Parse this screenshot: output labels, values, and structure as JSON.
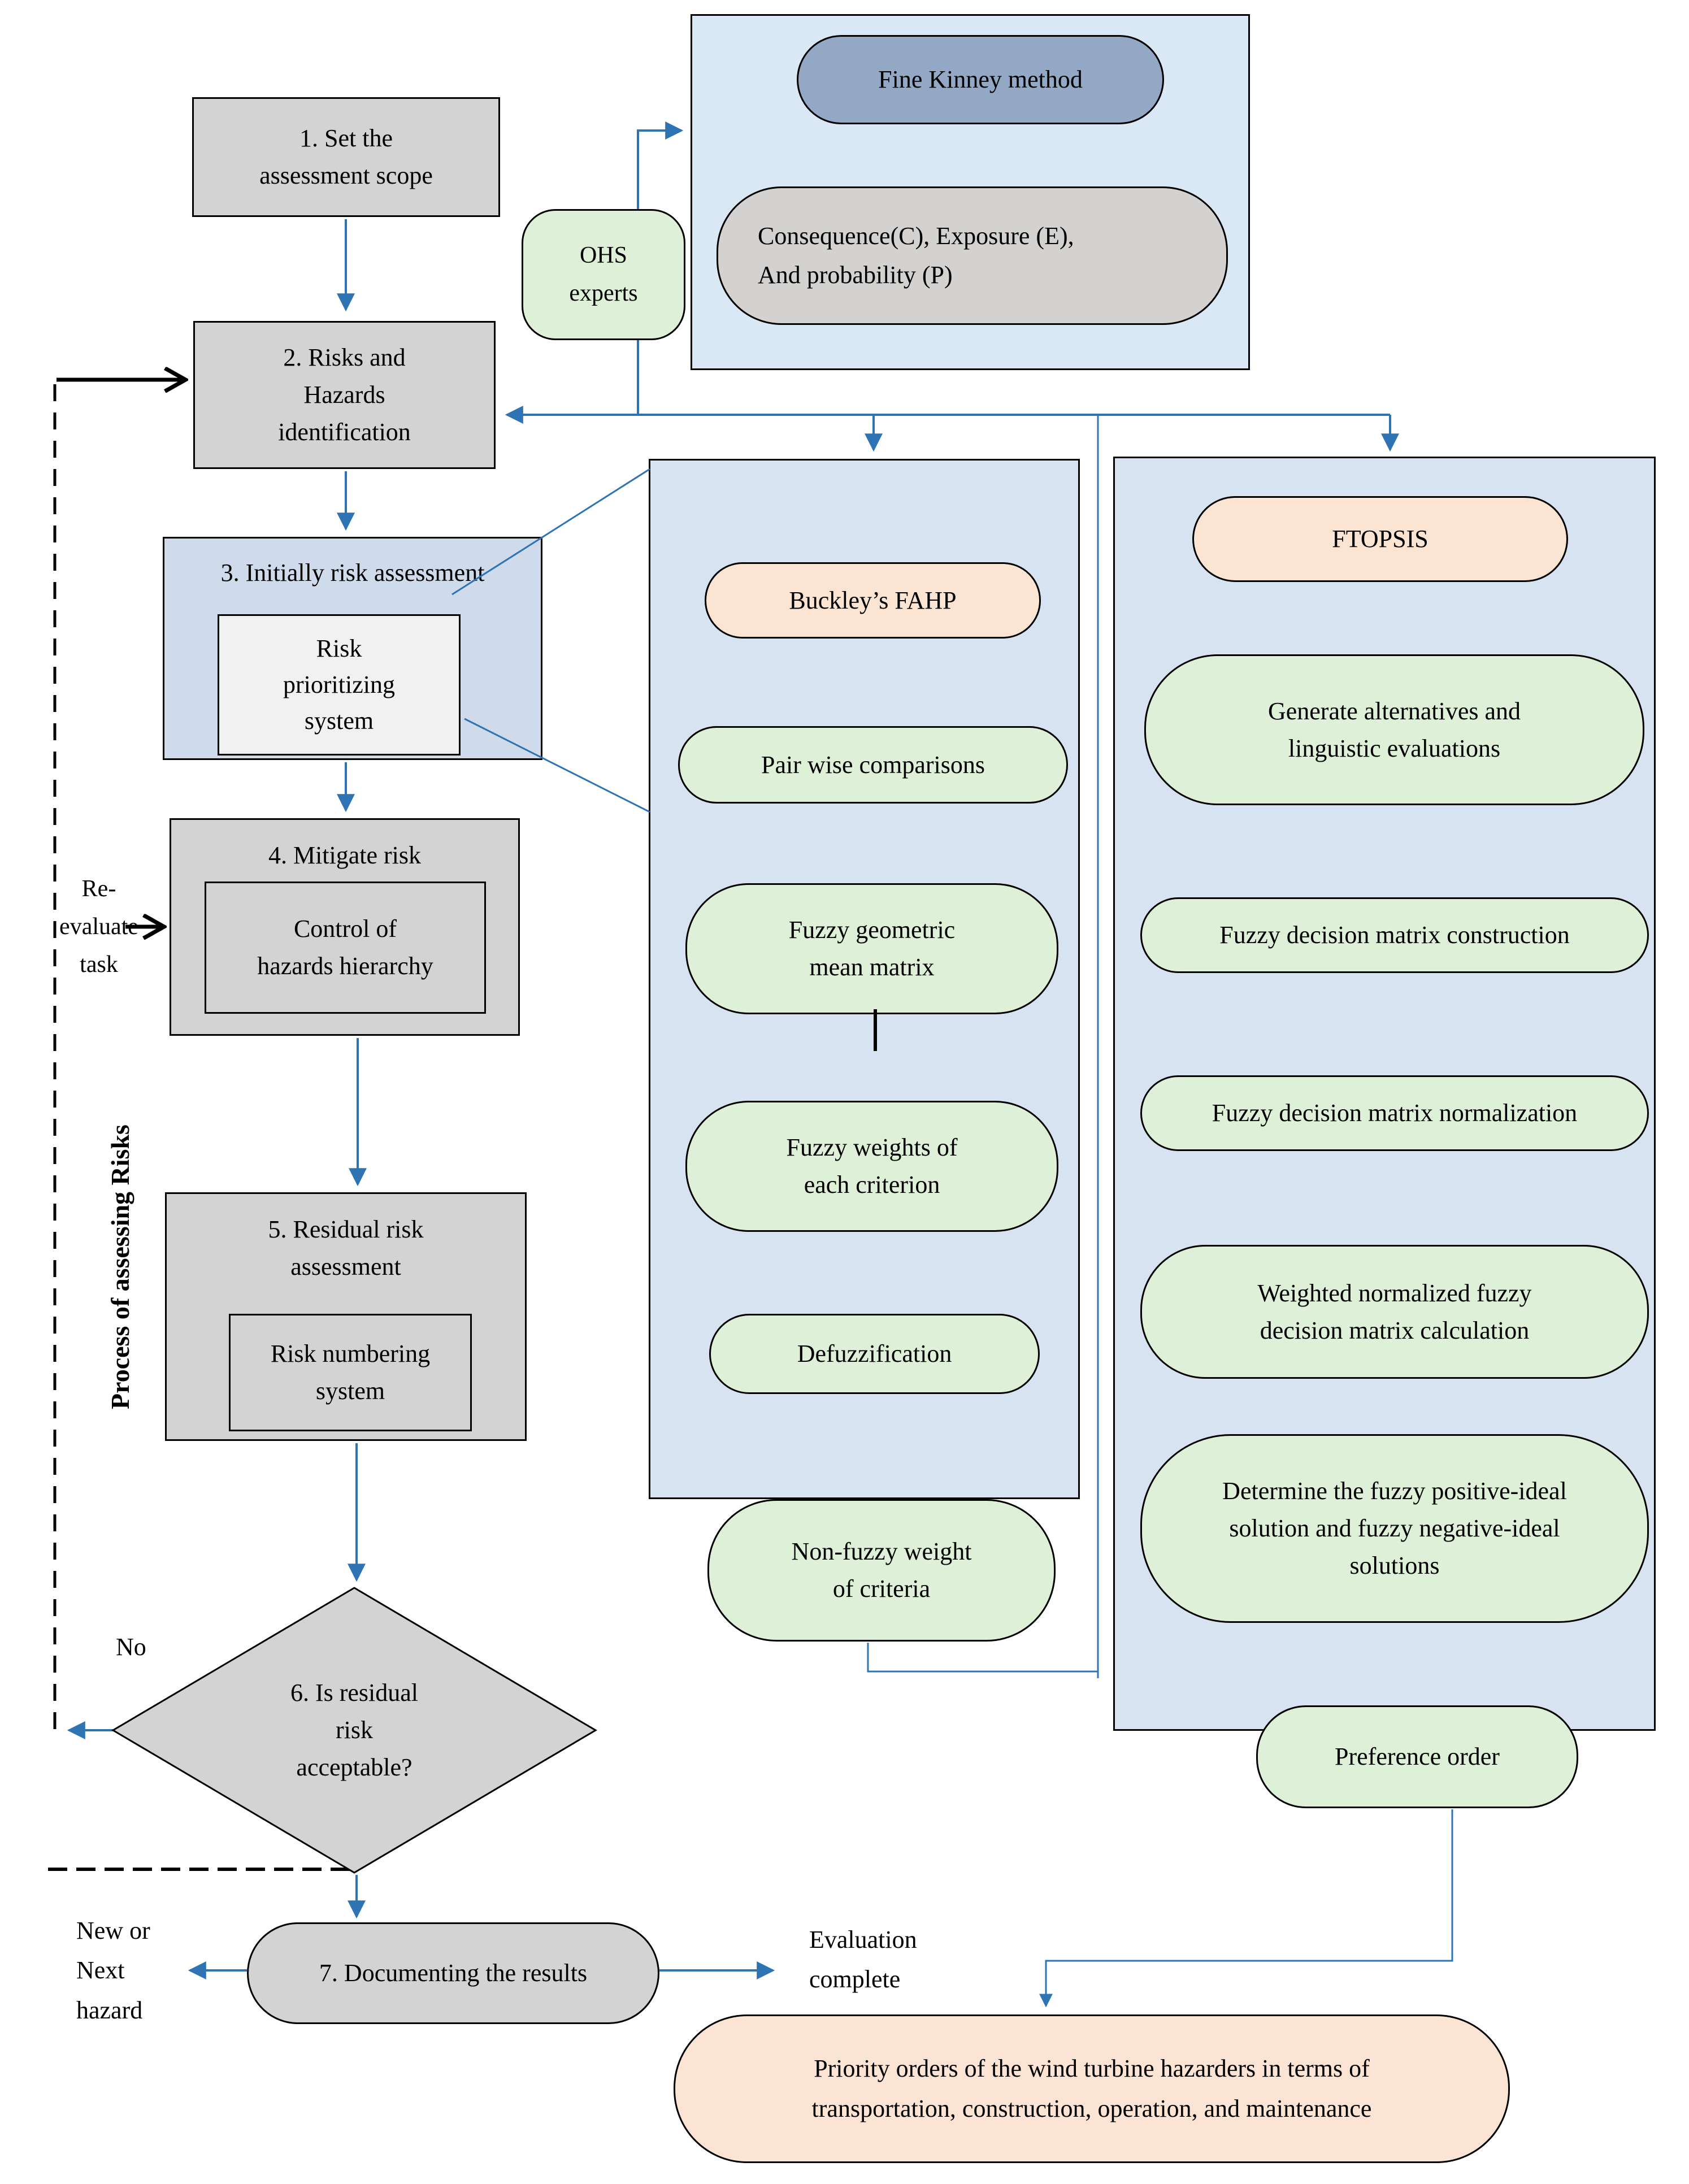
{
  "colors": {
    "connector_blue": "#2e74b5",
    "container_blue_fill": "#d7e3f1",
    "fine_kinney_container_fill": "#dae8f6",
    "box3_fill": "#cfdbea",
    "gray_fill": "#d3d3d3",
    "inner_box_fill": "#f1f1f1",
    "green_fill": "#def0d8",
    "peach_fill": "#fce4d2",
    "slate_fill": "#93a8c4",
    "gray_pill_fill": "#d3d2d0",
    "priority_fill": "#fce4d4"
  },
  "process_steps": {
    "step1": "1. Set the\nassessment scope",
    "step2": "2. Risks and\nHazards\nidentification",
    "step3": "3. Initially risk assessment",
    "step3_inner": "Risk\nprioritizing\nsystem",
    "step4": "4. Mitigate risk",
    "step4_inner": "Control of\nhazards hierarchy",
    "step5": "5. Residual risk\nassessment",
    "step5_inner": "Risk numbering\nsystem",
    "step6": "6. Is residual\nrisk\nacceptable?",
    "step7": "7. Documenting the results"
  },
  "fine_kinney": {
    "title": "Fine Kinney method",
    "factors": "Consequence(C), Exposure (E),\nAnd probability (P)"
  },
  "ohs_experts": "OHS\nexperts",
  "fahp": {
    "title": "Buckley’s FAHP",
    "steps": [
      "Pair wise comparisons",
      "Fuzzy geometric\nmean matrix",
      "Fuzzy weights of\neach criterion",
      "Defuzzification",
      "Non-fuzzy weight\nof criteria"
    ]
  },
  "ftopsis": {
    "title": "FTOPSIS",
    "steps": [
      "Generate alternatives and\nlinguistic evaluations",
      "Fuzzy decision matrix construction",
      "Fuzzy decision matrix normalization",
      "Weighted normalized fuzzy\ndecision matrix calculation",
      "Determine the fuzzy positive-ideal\nsolution and fuzzy negative-ideal\nsolutions",
      "Preference order"
    ]
  },
  "labels": {
    "re_evaluate": "Re-\nevaluate\ntask",
    "process_of_assessing": "Process of assessing Risks",
    "no": "No",
    "new_or_next": "New or\nNext\nhazard",
    "evaluation_complete": "Evaluation\ncomplete",
    "result": "Priority orders of the wind turbine hazarders in terms of\ntransportation, construction, operation, and maintenance"
  }
}
